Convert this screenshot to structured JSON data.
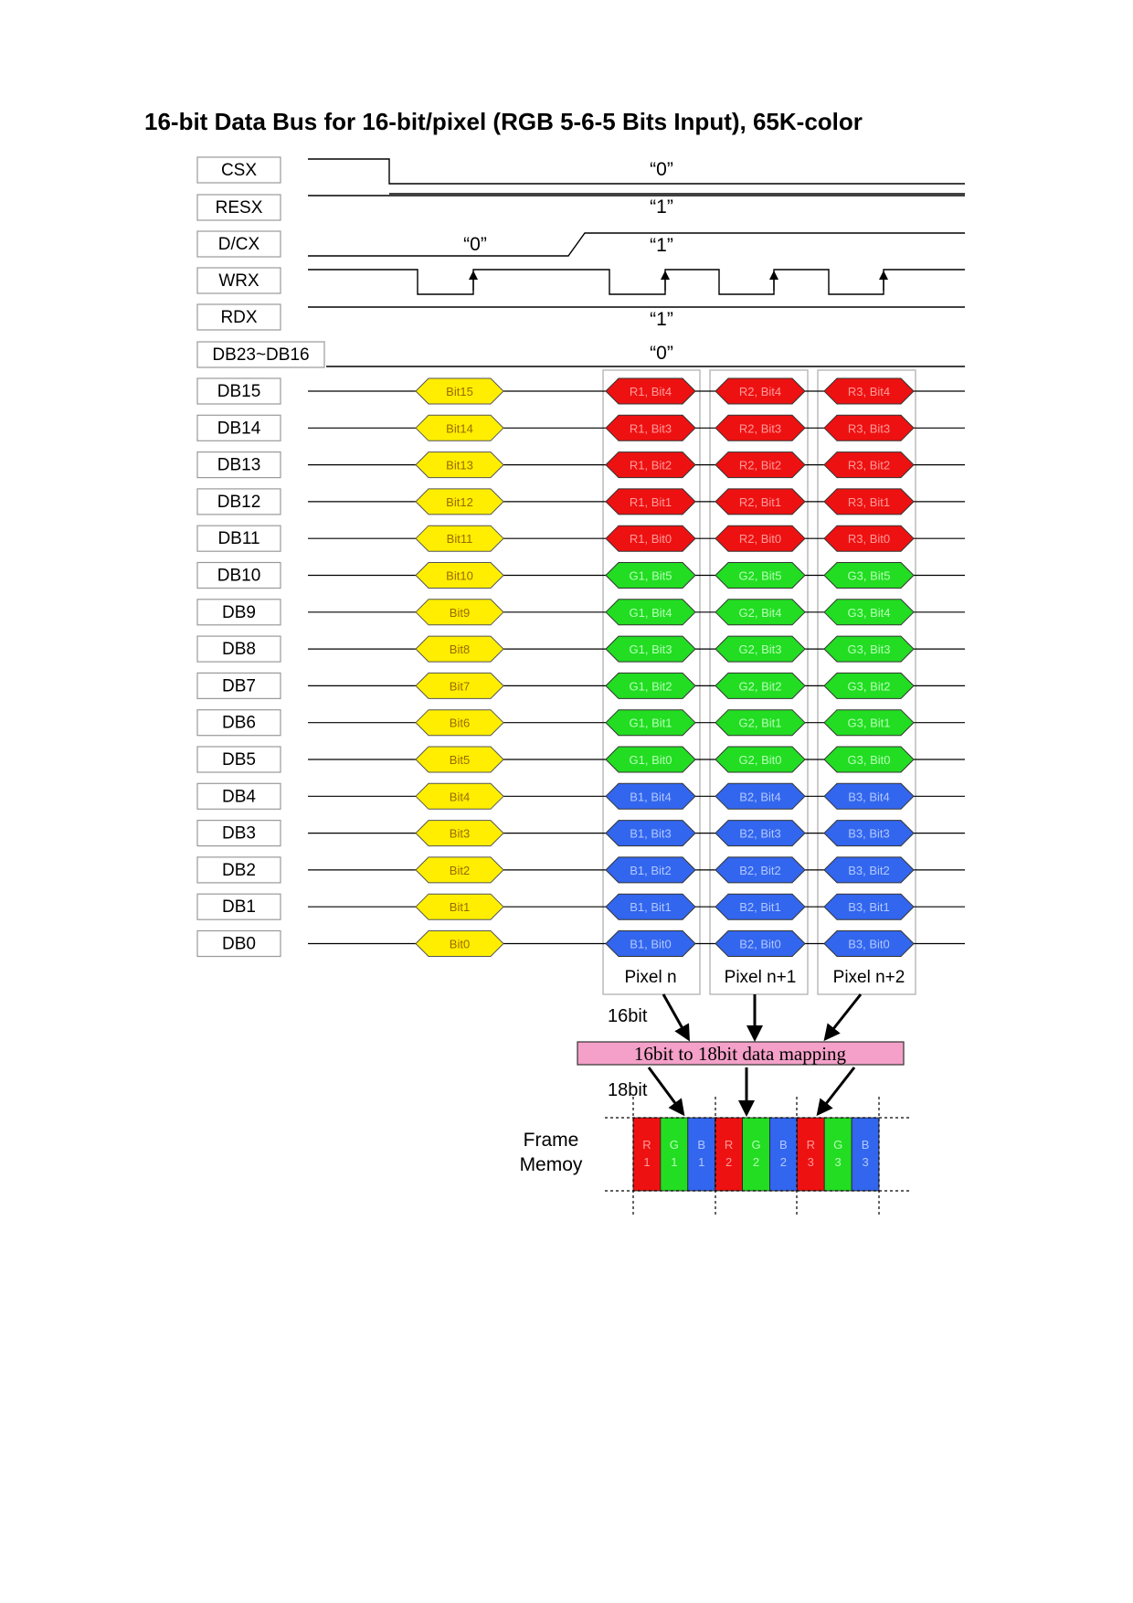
{
  "title": "16-bit Data Bus for 16-bit/pixel (RGB 5-6-5 Bits Input), 65K-color",
  "control_signals": [
    {
      "name": "CSX",
      "value": "“0”"
    },
    {
      "name": "RESX",
      "value": "“1”"
    },
    {
      "name": "D/CX",
      "value_low": "“0”",
      "value_high": "“1”"
    },
    {
      "name": "WRX"
    },
    {
      "name": "RDX",
      "value": "“1”"
    },
    {
      "name": "DB23~DB16",
      "value": "“0”"
    }
  ],
  "data_lines": [
    {
      "name": "DB15",
      "cmd": "Bit15",
      "cells": [
        "R1, Bit4",
        "R2, Bit4",
        "R3, Bit4"
      ],
      "color": "red"
    },
    {
      "name": "DB14",
      "cmd": "Bit14",
      "cells": [
        "R1, Bit3",
        "R2, Bit3",
        "R3, Bit3"
      ],
      "color": "red"
    },
    {
      "name": "DB13",
      "cmd": "Bit13",
      "cells": [
        "R1, Bit2",
        "R2, Bit2",
        "R3, Bit2"
      ],
      "color": "red"
    },
    {
      "name": "DB12",
      "cmd": "Bit12",
      "cells": [
        "R1, Bit1",
        "R2, Bit1",
        "R3, Bit1"
      ],
      "color": "red"
    },
    {
      "name": "DB11",
      "cmd": "Bit11",
      "cells": [
        "R1, Bit0",
        "R2, Bit0",
        "R3, Bit0"
      ],
      "color": "red"
    },
    {
      "name": "DB10",
      "cmd": "Bit10",
      "cells": [
        "G1, Bit5",
        "G2, Bit5",
        "G3, Bit5"
      ],
      "color": "green"
    },
    {
      "name": "DB9",
      "cmd": "Bit9",
      "cells": [
        "G1, Bit4",
        "G2, Bit4",
        "G3, Bit4"
      ],
      "color": "green"
    },
    {
      "name": "DB8",
      "cmd": "Bit8",
      "cells": [
        "G1, Bit3",
        "G2, Bit3",
        "G3, Bit3"
      ],
      "color": "green"
    },
    {
      "name": "DB7",
      "cmd": "Bit7",
      "cells": [
        "G1, Bit2",
        "G2, Bit2",
        "G3, Bit2"
      ],
      "color": "green"
    },
    {
      "name": "DB6",
      "cmd": "Bit6",
      "cells": [
        "G1, Bit1",
        "G2, Bit1",
        "G3, Bit1"
      ],
      "color": "green"
    },
    {
      "name": "DB5",
      "cmd": "Bit5",
      "cells": [
        "G1, Bit0",
        "G2, Bit0",
        "G3, Bit0"
      ],
      "color": "green"
    },
    {
      "name": "DB4",
      "cmd": "Bit4",
      "cells": [
        "B1, Bit4",
        "B2, Bit4",
        "B3, Bit4"
      ],
      "color": "blue"
    },
    {
      "name": "DB3",
      "cmd": "Bit3",
      "cells": [
        "B1, Bit3",
        "B2, Bit3",
        "B3, Bit3"
      ],
      "color": "blue"
    },
    {
      "name": "DB2",
      "cmd": "Bit2",
      "cells": [
        "B1, Bit2",
        "B2, Bit2",
        "B3, Bit2"
      ],
      "color": "blue"
    },
    {
      "name": "DB1",
      "cmd": "Bit1",
      "cells": [
        "B1, Bit1",
        "B2, Bit1",
        "B3, Bit1"
      ],
      "color": "blue"
    },
    {
      "name": "DB0",
      "cmd": "Bit0",
      "cells": [
        "B1, Bit0",
        "B2, Bit0",
        "B3, Bit0"
      ],
      "color": "blue"
    }
  ],
  "pixel_labels": [
    "Pixel n",
    "Pixel n+1",
    "Pixel n+2"
  ],
  "bit16_label": "16bit",
  "bit18_label": "18bit",
  "mapping_label": "16bit to 18bit data mapping",
  "frame_memory_label": [
    "Frame",
    "Memoy"
  ],
  "frame_cells": [
    {
      "letter": "R",
      "num": "1",
      "color": "red"
    },
    {
      "letter": "G",
      "num": "1",
      "color": "green"
    },
    {
      "letter": "B",
      "num": "1",
      "color": "blue"
    },
    {
      "letter": "R",
      "num": "2",
      "color": "red"
    },
    {
      "letter": "G",
      "num": "2",
      "color": "green"
    },
    {
      "letter": "B",
      "num": "2",
      "color": "blue"
    },
    {
      "letter": "R",
      "num": "3",
      "color": "red"
    },
    {
      "letter": "G",
      "num": "3",
      "color": "green"
    },
    {
      "letter": "B",
      "num": "3",
      "color": "blue"
    }
  ],
  "colors": {
    "red": "#ee1111",
    "green": "#22dd22",
    "blue": "#3366ee",
    "yellow": "#ffee00",
    "mapping_box": "#f4a0c8",
    "cell_text_red": "#ff9a9a",
    "cell_text_green": "#b6ffb6",
    "cell_text_blue": "#b0c8ff",
    "cell_text_yellow": "#9a6a00"
  }
}
